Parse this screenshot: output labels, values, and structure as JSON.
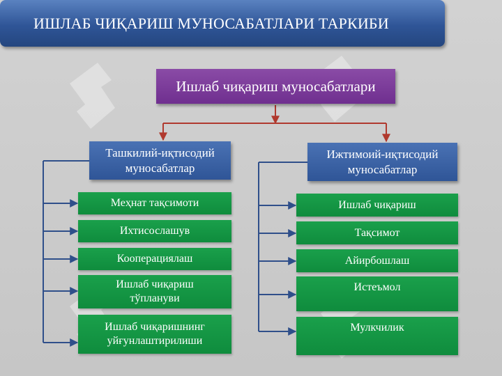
{
  "title": "ИШЛАБ ЧИҚАРИШ МУНОСАБАТЛАРИ ТАРКИБИ",
  "root": "Ишлаб чиқариш муносабатлари",
  "left": {
    "heading": "Ташкилий-иқтисодий муносабатлар",
    "items": [
      "Меҳнат тақсимоти",
      "Ихтисослашув",
      "Кооперациялаш",
      "Ишлаб чиқариш тўплануви",
      "Ишлаб чиқаришнинг уйғунлаштирилиши"
    ]
  },
  "right": {
    "heading": "Ижтимоий-иқтисодий муносабатлар",
    "items": [
      "Ишлаб чиқариш",
      "Тақсимот",
      "Айирбошлаш",
      "Истеъмол",
      "Мулкчилик"
    ]
  },
  "colors": {
    "title_blue": "#2f5597",
    "root_purple": "#6f2f8f",
    "heading_blue": "#2f5597",
    "item_green": "#109040",
    "connector_red": "#b0392e",
    "bracket_blue": "#2f4f8a"
  }
}
